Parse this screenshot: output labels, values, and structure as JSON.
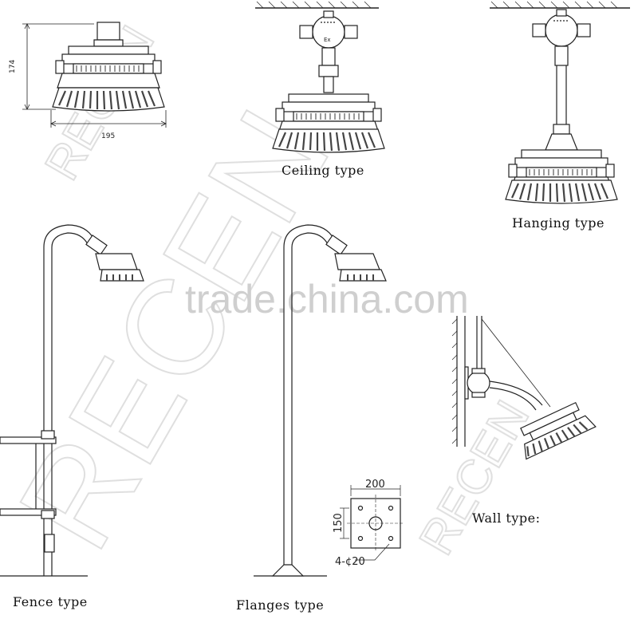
{
  "labels": {
    "ceiling": "Ceiling type",
    "hanging": "Hanging type",
    "fence": "Fence type",
    "flanges": "Flanges type",
    "wall": "Wall type:"
  },
  "dimensions": {
    "height": "174",
    "width": "195",
    "flange_width": "200",
    "flange_height": "150",
    "holes": "4-¢20"
  },
  "junction_box_mark": "Ex",
  "watermarks": {
    "brand": "RECEN",
    "site": "trade.china"
  }
}
